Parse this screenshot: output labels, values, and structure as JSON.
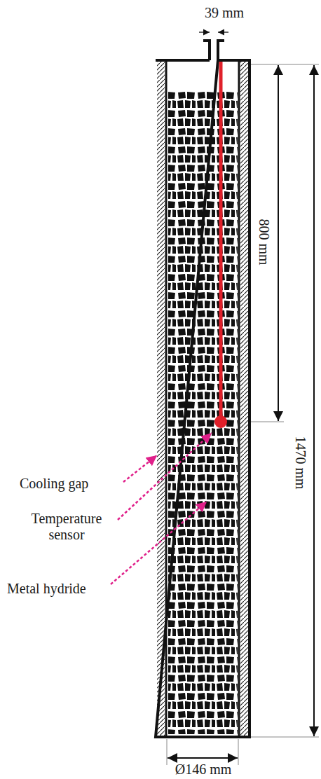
{
  "diagram": {
    "labels": [
      "39 mm",
      "800 mm",
      "1470 mm",
      "Cooling gap",
      "Temperature sensor",
      "Metal hydride",
      "Ø146 mm"
    ]
  }
}
